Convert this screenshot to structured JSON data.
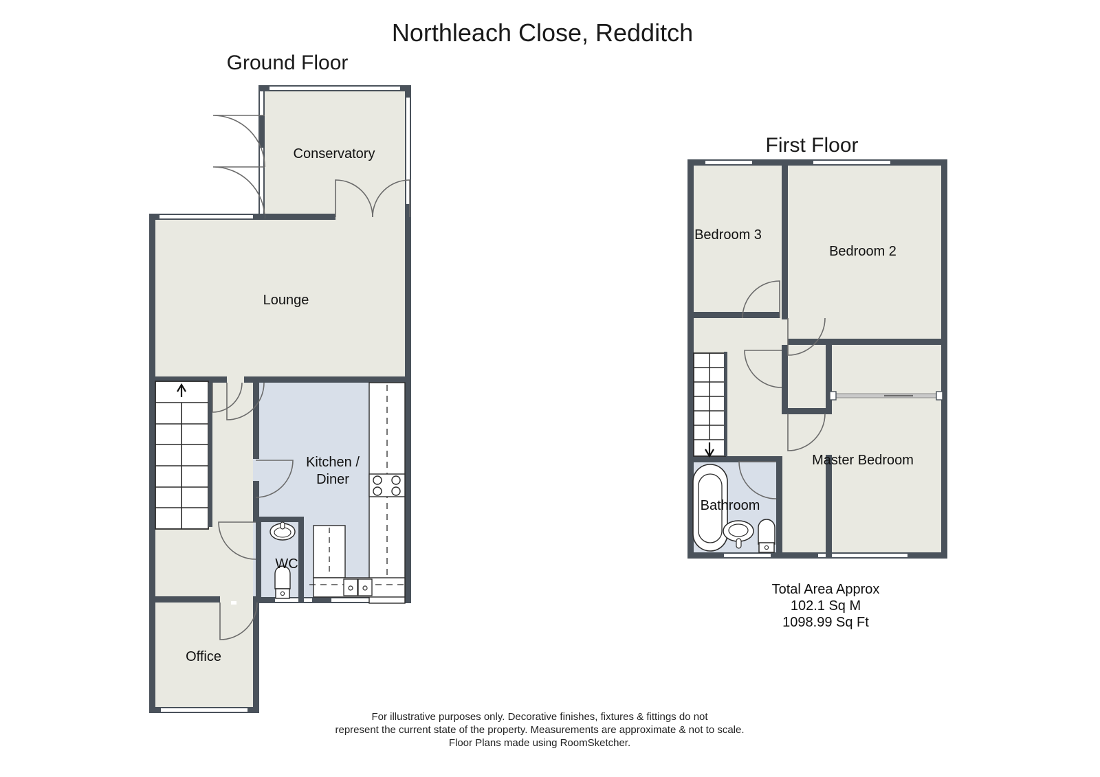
{
  "document": {
    "title": "Northleach Close, Redditch",
    "provider_note": "Floor Plans made using RoomSketcher."
  },
  "floors": [
    {
      "id": "ground",
      "title": "Ground Floor",
      "rooms": [
        {
          "name": "Conservatory",
          "label": "Conservatory",
          "fill": "#e9e9e1"
        },
        {
          "name": "Lounge",
          "label": "Lounge",
          "fill": "#e9e9e1"
        },
        {
          "name": "Kitchen / Diner",
          "label_line1": "Kitchen /",
          "label_line2": "Diner",
          "fill": "#d8dfe9"
        },
        {
          "name": "WC",
          "label": "WC",
          "fill": "#d8dfe9"
        },
        {
          "name": "Office",
          "label": "Office",
          "fill": "#e9e9e1"
        },
        {
          "name": "Hall",
          "label": "",
          "fill": "#e9e9e1"
        }
      ]
    },
    {
      "id": "first",
      "title": "First Floor",
      "rooms": [
        {
          "name": "Bedroom 3",
          "label": "Bedroom 3",
          "fill": "#e9e9e1"
        },
        {
          "name": "Bedroom 2",
          "label": "Bedroom 2",
          "fill": "#e9e9e1"
        },
        {
          "name": "Master Bedroom",
          "label": "Master Bedroom",
          "fill": "#e9e9e1"
        },
        {
          "name": "Bathroom",
          "label": "Bathroom",
          "fill": "#d8dfe9"
        },
        {
          "name": "Landing",
          "label": "",
          "fill": "#e9e9e1"
        },
        {
          "name": "Cupboard",
          "label": "",
          "fill": "#e9e9e1"
        }
      ]
    }
  ],
  "area": {
    "heading": "Total Area Approx",
    "metric": "102.1 Sq M",
    "imperial": "1098.99 Sq Ft"
  },
  "disclaimer": {
    "line1": "For illustrative purposes only. Decorative finishes, fixtures & fittings do not",
    "line2": "represent the current state of the property. Measurements are approximate & not to scale.",
    "line3": "Floor Plans made using RoomSketcher."
  },
  "colors": {
    "wall": "#4a525b",
    "room_fill": "#e9e9e1",
    "wet_fill": "#d8dfe9",
    "window": "#ffffff",
    "fixture_stroke": "#2b2b2b",
    "door_arc": "#6b6b6b",
    "text": "#111111",
    "background": "#ffffff"
  },
  "fixtures": {
    "ground": [
      "staircase-up-arrow",
      "wc-basin",
      "wc-toilet",
      "kitchen-hob",
      "kitchen-sink",
      "kitchen-counter-run",
      "kitchen-base-units"
    ],
    "first": [
      "staircase-down-arrow",
      "bathroom-bath",
      "bathroom-basin",
      "bathroom-toilet",
      "wardrobe-rail"
    ]
  }
}
